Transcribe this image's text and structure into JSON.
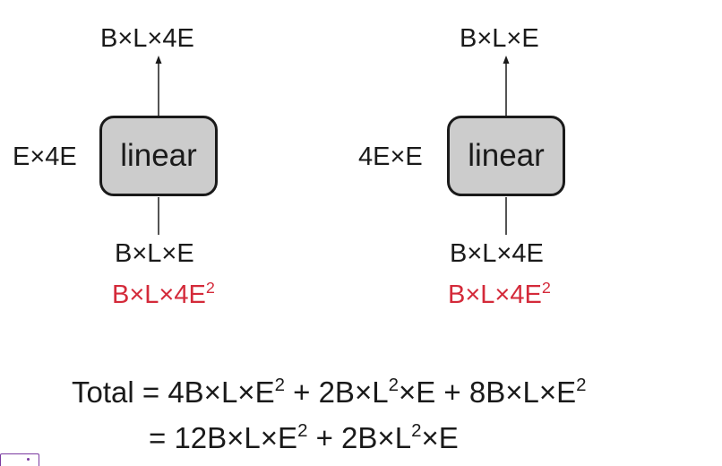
{
  "left_block": {
    "output_shape": "B×L×4E",
    "weight_shape": "E×4E",
    "box_label": "linear",
    "input_shape": "B×L×E",
    "flops_base": "B×L×4E",
    "flops_exp": "2"
  },
  "right_block": {
    "output_shape": "B×L×E",
    "weight_shape": "4E×E",
    "box_label": "linear",
    "input_shape": "B×L×4E",
    "flops_base": "B×L×4E",
    "flops_exp": "2"
  },
  "formula": {
    "line1": {
      "t1": "Total = 4B×L×E",
      "e1": "2",
      "t2": " + 2B×L",
      "e2": "2",
      "t3": "×E + 8B×L×E",
      "e3": "2"
    },
    "line2": {
      "t1": "= 12B×L×E",
      "e1": "2",
      "t2": " + 2B×L",
      "e2": "2",
      "t3": "×E"
    }
  },
  "colors": {
    "text": "#1a1a1a",
    "highlight": "#d42a3a",
    "box_fill": "#cccccc"
  }
}
